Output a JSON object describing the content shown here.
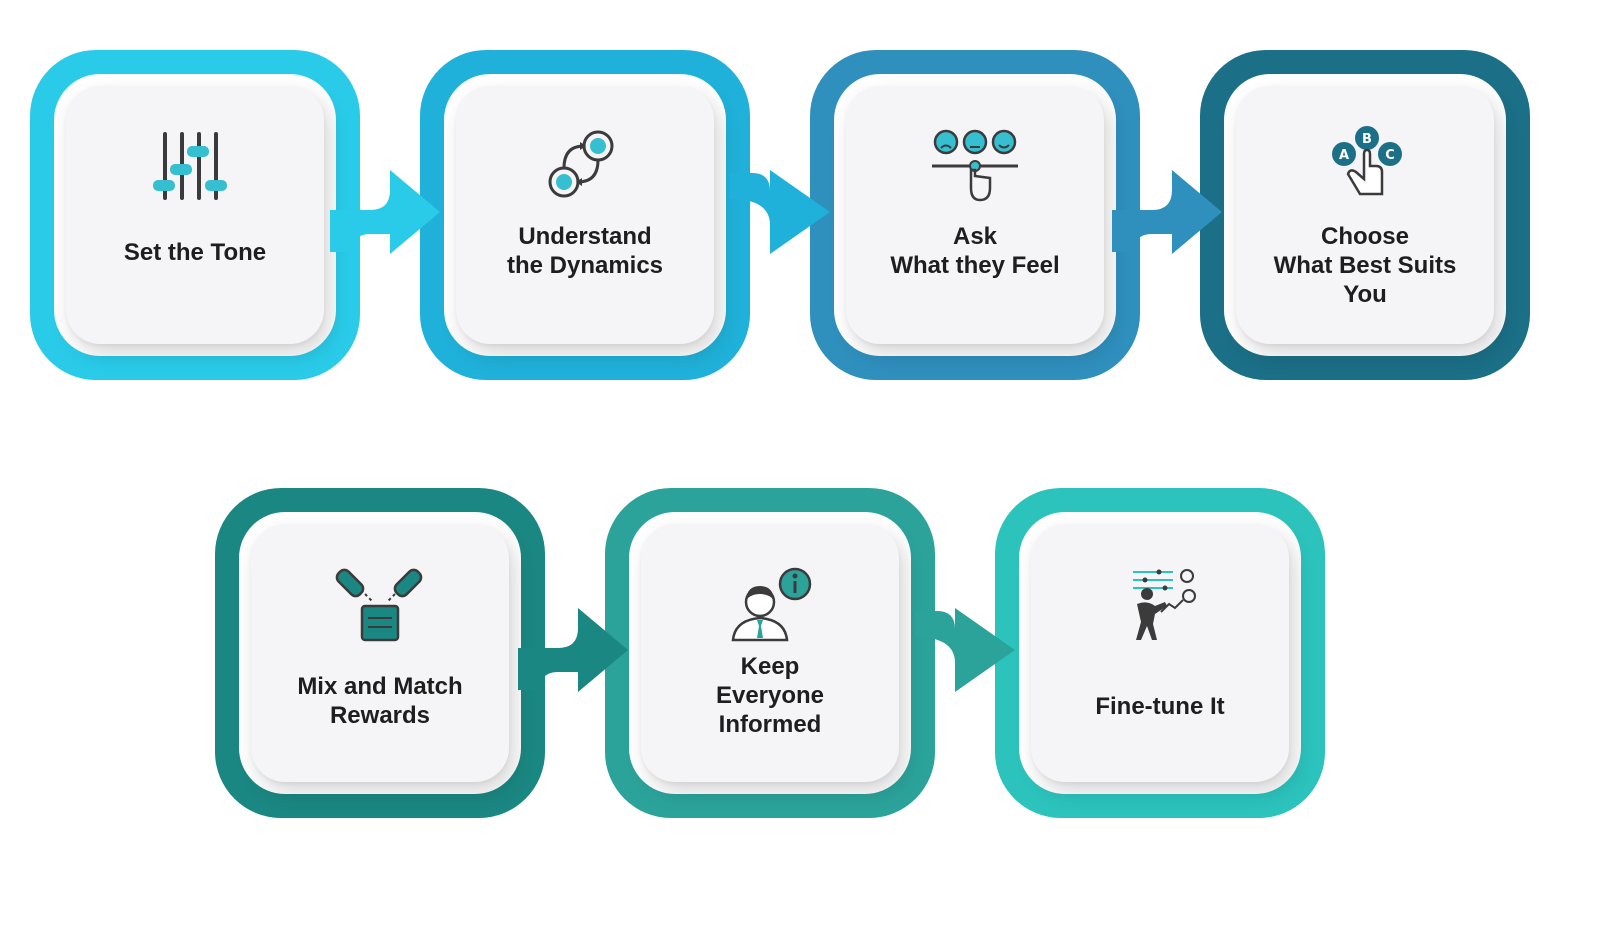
{
  "colors": {
    "step1": "#29cbe9",
    "step2": "#1fb1d9",
    "step3": "#2f8fbd",
    "step4": "#1b6f86",
    "step5": "#1b8782",
    "step6": "#2ba39b",
    "step7": "#2cc3bd",
    "icon_dark": "#3b3b3b",
    "icon_accent": "#36bfd0"
  },
  "steps": [
    {
      "label": "Set the Tone",
      "icon": "sliders-icon"
    },
    {
      "label": "Understand\nthe Dynamics",
      "icon": "cycle-refresh-icon"
    },
    {
      "label": "Ask\nWhat they Feel",
      "icon": "feedback-faces-icon"
    },
    {
      "label": "Choose\nWhat Best Suits\nYou",
      "icon": "abc-choice-hand-icon"
    },
    {
      "label": "Mix and Match\nRewards",
      "icon": "mixing-flasks-icon"
    },
    {
      "label": "Keep\nEveryone\nInformed",
      "icon": "person-info-icon"
    },
    {
      "label": "Fine-tune It",
      "icon": "person-adjust-icon"
    }
  ]
}
